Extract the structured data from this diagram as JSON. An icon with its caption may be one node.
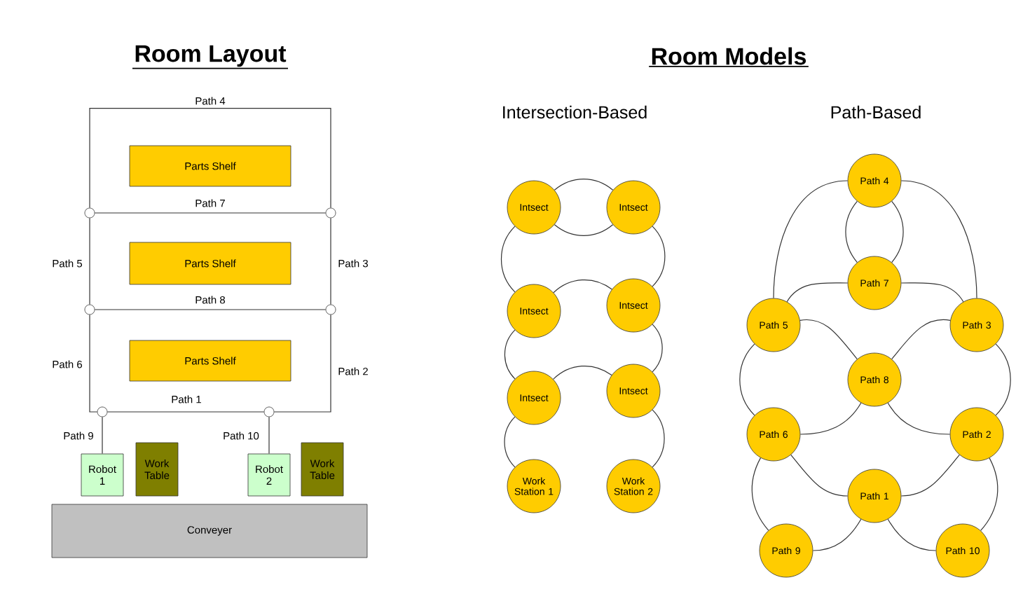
{
  "diagram": {
    "nodes": [
      {
        "text": [
          "Parts Shelf"
        ]
      },
      {
        "text": [],
        "shape": "circle"
      },
      {
        "text": [],
        "shape": "circle"
      },
      {
        "text": [
          "Parts Shelf"
        ]
      },
      {
        "text": [],
        "shape": "circle"
      },
      {
        "text": [],
        "shape": "circle"
      },
      {
        "text": [
          "Parts Shelf"
        ]
      },
      {
        "text": [],
        "shape": "circle"
      },
      {
        "text": [],
        "shape": "circle"
      },
      {
        "text": [
          "Robot 1"
        ]
      },
      {
        "text": [
          "Work Table"
        ]
      },
      {
        "text": [
          "Robot 2"
        ]
      },
      {
        "text": [
          "Work Table"
        ]
      },
      {
        "text": [
          "Conveyer"
        ]
      },
      {
        "text": [
          "Intsect"
        ]
      },
      {
        "text": [
          "Intsect"
        ]
      },
      {
        "text": [
          "Intsect"
        ]
      },
      {
        "text": [
          "Intsect"
        ]
      },
      {
        "text": [
          "Intsect"
        ]
      },
      {
        "text": [
          "Intsect"
        ]
      },
      {
        "text": [
          "Work Station 1"
        ]
      },
      {
        "text": [
          "Work Station 2"
        ]
      },
      {
        "text": [
          "Path 4"
        ]
      },
      {
        "text": [
          "Path 7"
        ]
      },
      {
        "text": [
          "Path 5"
        ]
      },
      {
        "text": [
          "Path 3"
        ]
      },
      {
        "text": [
          "Path 8"
        ]
      },
      {
        "text": [
          "Path 6"
        ]
      },
      {
        "text": [
          "Path 2"
        ]
      },
      {
        "text": [
          "Path 1"
        ]
      },
      {
        "text": [
          "Path 9"
        ]
      },
      {
        "text": [
          "Path 10"
        ]
      }
    ],
    "edges": [
      {
        "from": 1,
        "to": 2,
        "arrow": "none",
        "label": "Path 4"
      },
      {
        "from": 1,
        "to": 2,
        "arrow": "none",
        "label": "Path 7"
      },
      {
        "from": 1,
        "to": 4,
        "arrow": "none",
        "label": "Path 5"
      },
      {
        "from": 2,
        "to": 5,
        "arrow": "none",
        "label": "Path 3"
      },
      {
        "from": 4,
        "to": 5,
        "arrow": "none",
        "label": "Path 8"
      },
      {
        "from": 4,
        "to": 7,
        "arrow": "none",
        "label": "Path 6"
      },
      {
        "from": 5,
        "to": 8,
        "arrow": "none",
        "label": "Path 2"
      },
      {
        "from": 7,
        "to": 8,
        "arrow": "none",
        "label": "Path 1"
      },
      {
        "from": 7,
        "to": 9,
        "arrow": "none",
        "label": "Path 9"
      },
      {
        "from": 8,
        "to": 11,
        "arrow": "none",
        "label": "Path 10"
      },
      {
        "from": 14,
        "to": 15,
        "arrow": "none"
      },
      {
        "from": 14,
        "to": 15,
        "arrow": "none"
      },
      {
        "from": 14,
        "to": 16,
        "arrow": "none"
      },
      {
        "from": 15,
        "to": 17,
        "arrow": "none"
      },
      {
        "from": 16,
        "to": 17,
        "arrow": "none"
      },
      {
        "from": 16,
        "to": 18,
        "arrow": "none"
      },
      {
        "from": 17,
        "to": 19,
        "arrow": "none"
      },
      {
        "from": 18,
        "to": 19,
        "arrow": "none"
      },
      {
        "from": 18,
        "to": 20,
        "arrow": "none"
      },
      {
        "from": 19,
        "to": 21,
        "arrow": "none"
      },
      {
        "from": 22,
        "to": 24,
        "arrow": "none"
      },
      {
        "from": 22,
        "to": 25,
        "arrow": "none"
      },
      {
        "from": 22,
        "to": 23,
        "arrow": "none"
      },
      {
        "from": 22,
        "to": 23,
        "arrow": "none"
      },
      {
        "from": 23,
        "to": 24,
        "arrow": "none"
      },
      {
        "from": 23,
        "to": 25,
        "arrow": "none"
      },
      {
        "from": 24,
        "to": 26,
        "arrow": "none"
      },
      {
        "from": 25,
        "to": 26,
        "arrow": "none"
      },
      {
        "from": 24,
        "to": 27,
        "arrow": "none"
      },
      {
        "from": 25,
        "to": 28,
        "arrow": "none"
      },
      {
        "from": 26,
        "to": 27,
        "arrow": "none"
      },
      {
        "from": 26,
        "to": 28,
        "arrow": "none"
      },
      {
        "from": 27,
        "to": 29,
        "arrow": "none"
      },
      {
        "from": 28,
        "to": 29,
        "arrow": "none"
      },
      {
        "from": 27,
        "to": 30,
        "arrow": "none"
      },
      {
        "from": 28,
        "to": 31,
        "arrow": "none"
      },
      {
        "from": 29,
        "to": 30,
        "arrow": "none"
      },
      {
        "from": 29,
        "to": 31,
        "arrow": "none"
      }
    ],
    "labels": [
      "Room Layout",
      "Room Models",
      "Intersection-Based",
      "Path-Based"
    ]
  }
}
